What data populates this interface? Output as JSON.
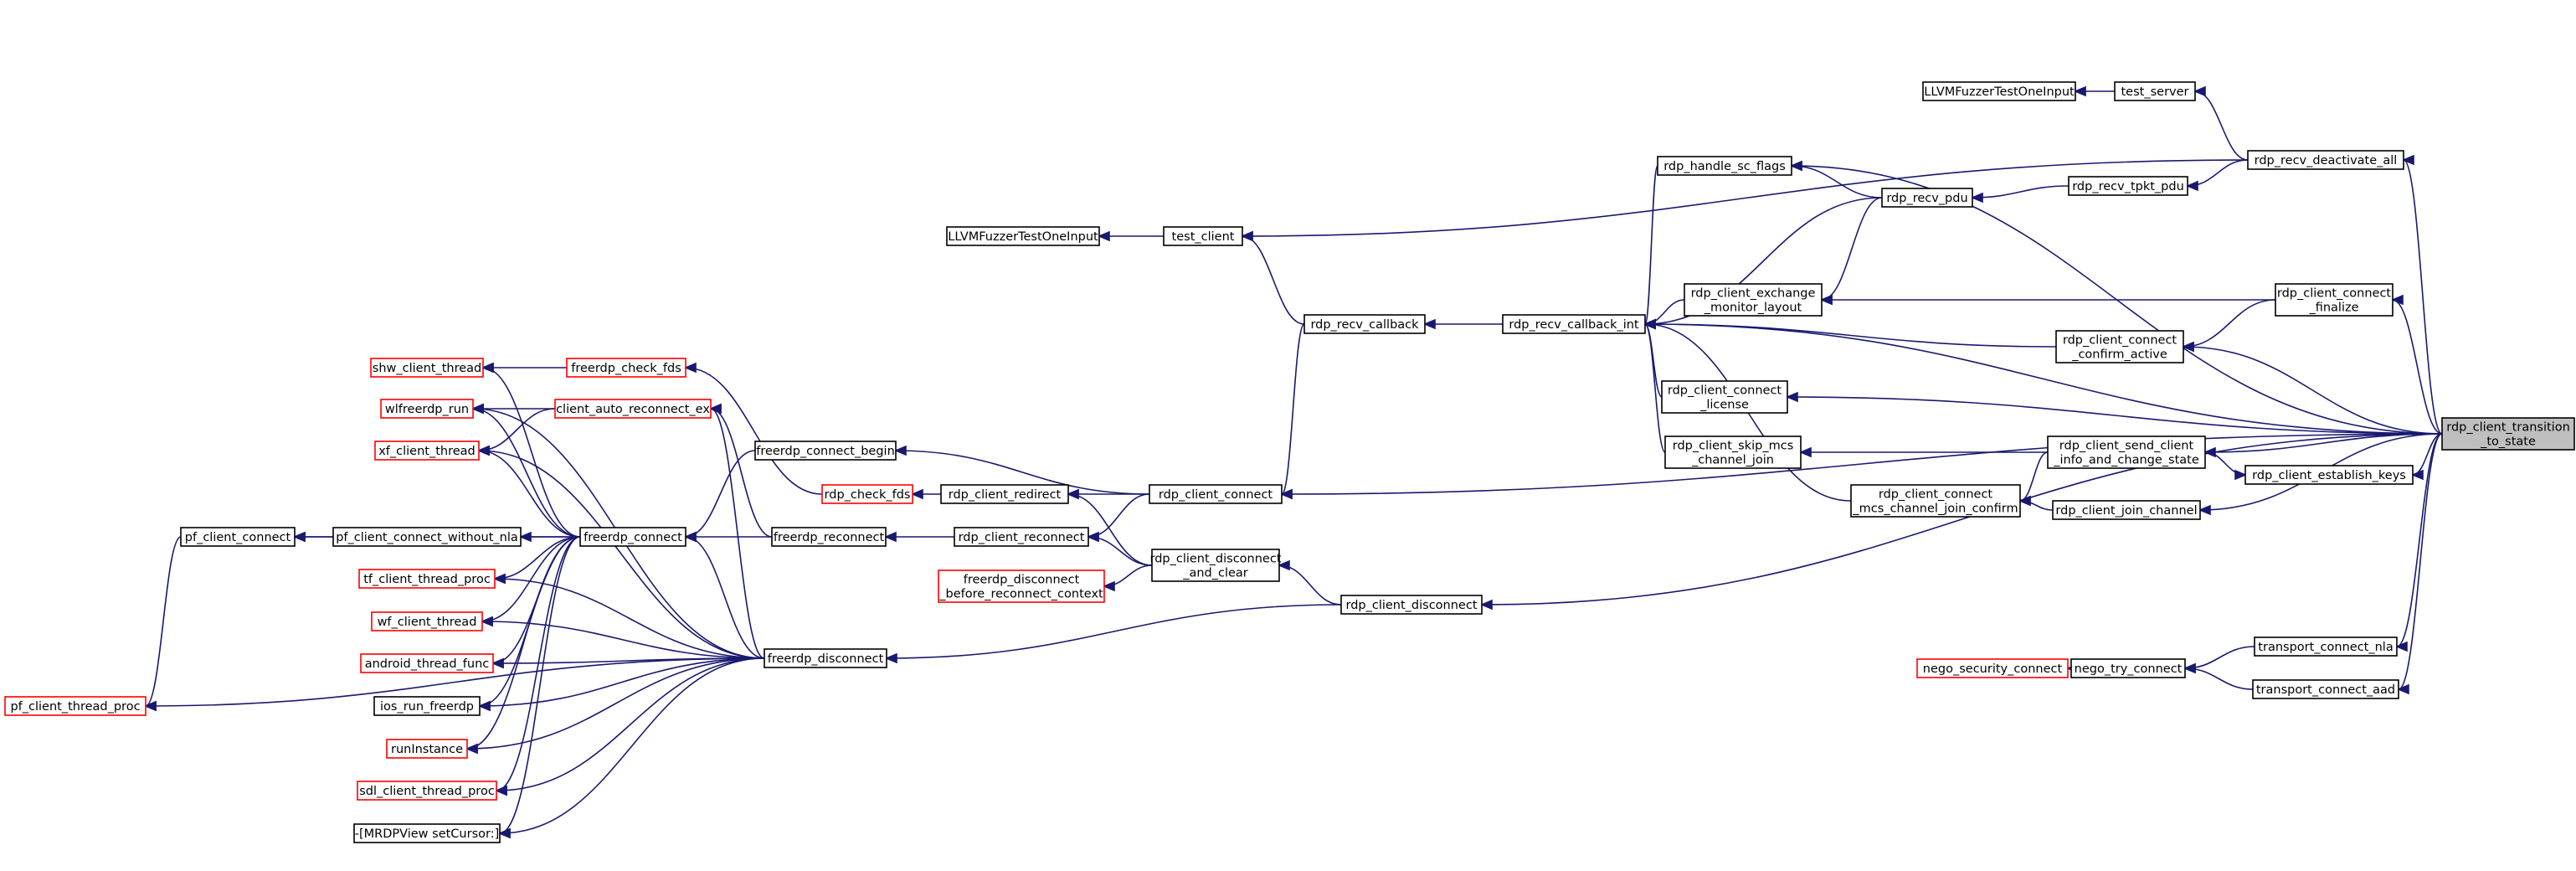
{
  "diagram": {
    "type": "doxygen-caller-graph",
    "colors": {
      "edge": "#191970",
      "node_border": "#000000",
      "node_border_truncated": "#ff0000",
      "root_fill": "#bfbfbf"
    },
    "nodes": [
      {
        "id": "root",
        "lines": [
          "rdp_client_transition",
          "_to_state"
        ],
        "style": "root"
      },
      {
        "id": "test_server",
        "lines": [
          "test_server"
        ],
        "style": "normal"
      },
      {
        "id": "llvm_srv",
        "lines": [
          "LLVMFuzzerTestOneInput"
        ],
        "style": "normal"
      },
      {
        "id": "deact",
        "lines": [
          "rdp_recv_deactivate_all"
        ],
        "style": "normal"
      },
      {
        "id": "sc_flags",
        "lines": [
          "rdp_handle_sc_flags"
        ],
        "style": "normal"
      },
      {
        "id": "tpkt",
        "lines": [
          "rdp_recv_tpkt_pdu"
        ],
        "style": "normal"
      },
      {
        "id": "recv_pdu",
        "lines": [
          "rdp_recv_pdu"
        ],
        "style": "normal"
      },
      {
        "id": "llvm_cli",
        "lines": [
          "LLVMFuzzerTestOneInput"
        ],
        "style": "normal"
      },
      {
        "id": "test_client",
        "lines": [
          "test_client"
        ],
        "style": "normal"
      },
      {
        "id": "exch",
        "lines": [
          "rdp_client_exchange",
          "_monitor_layout"
        ],
        "style": "normal"
      },
      {
        "id": "finalize",
        "lines": [
          "rdp_client_connect",
          "_finalize"
        ],
        "style": "normal"
      },
      {
        "id": "recv_cb",
        "lines": [
          "rdp_recv_callback"
        ],
        "style": "normal"
      },
      {
        "id": "recv_cb_int",
        "lines": [
          "rdp_recv_callback_int"
        ],
        "style": "normal"
      },
      {
        "id": "confirm_active",
        "lines": [
          "rdp_client_connect",
          "_confirm_active"
        ],
        "style": "normal"
      },
      {
        "id": "license",
        "lines": [
          "rdp_client_connect",
          "_license"
        ],
        "style": "normal"
      },
      {
        "id": "skip_mcs",
        "lines": [
          "rdp_client_skip_mcs",
          "_channel_join"
        ],
        "style": "normal"
      },
      {
        "id": "send_info",
        "lines": [
          "rdp_client_send_client",
          "_info_and_change_state"
        ],
        "style": "normal"
      },
      {
        "id": "est_keys",
        "lines": [
          "rdp_client_establish_keys"
        ],
        "style": "normal"
      },
      {
        "id": "mcs_confirm",
        "lines": [
          "rdp_client_connect",
          "_mcs_channel_join_confirm"
        ],
        "style": "normal"
      },
      {
        "id": "join_channel",
        "lines": [
          "rdp_client_join_channel"
        ],
        "style": "normal"
      },
      {
        "id": "shw",
        "lines": [
          "shw_client_thread"
        ],
        "style": "truncated"
      },
      {
        "id": "check_fds_fp",
        "lines": [
          "freerdp_check_fds"
        ],
        "style": "truncated"
      },
      {
        "id": "wlf",
        "lines": [
          "wlfreerdp_run"
        ],
        "style": "truncated"
      },
      {
        "id": "auto_reconn",
        "lines": [
          "client_auto_reconnect_ex"
        ],
        "style": "truncated"
      },
      {
        "id": "xf",
        "lines": [
          "xf_client_thread"
        ],
        "style": "truncated"
      },
      {
        "id": "conn_begin",
        "lines": [
          "freerdp_connect_begin"
        ],
        "style": "normal"
      },
      {
        "id": "check_fds_rdp",
        "lines": [
          "rdp_check_fds"
        ],
        "style": "truncated"
      },
      {
        "id": "redirect",
        "lines": [
          "rdp_client_redirect"
        ],
        "style": "normal"
      },
      {
        "id": "client_connect",
        "lines": [
          "rdp_client_connect"
        ],
        "style": "normal"
      },
      {
        "id": "pf_connect",
        "lines": [
          "pf_client_connect"
        ],
        "style": "normal"
      },
      {
        "id": "pf_nla",
        "lines": [
          "pf_client_connect_without_nla"
        ],
        "style": "normal"
      },
      {
        "id": "fr_connect",
        "lines": [
          "freerdp_connect"
        ],
        "style": "normal"
      },
      {
        "id": "fr_reconnect",
        "lines": [
          "freerdp_reconnect"
        ],
        "style": "normal"
      },
      {
        "id": "cl_reconnect",
        "lines": [
          "rdp_client_reconnect"
        ],
        "style": "normal"
      },
      {
        "id": "tf",
        "lines": [
          "tf_client_thread_proc"
        ],
        "style": "truncated"
      },
      {
        "id": "disc_before",
        "lines": [
          "freerdp_disconnect",
          "_before_reconnect_context"
        ],
        "style": "truncated"
      },
      {
        "id": "disc_clear",
        "lines": [
          "rdp_client_disconnect",
          "_and_clear"
        ],
        "style": "normal"
      },
      {
        "id": "wf",
        "lines": [
          "wf_client_thread"
        ],
        "style": "truncated"
      },
      {
        "id": "cl_disconnect",
        "lines": [
          "rdp_client_disconnect"
        ],
        "style": "normal"
      },
      {
        "id": "android",
        "lines": [
          "android_thread_func"
        ],
        "style": "truncated"
      },
      {
        "id": "fr_disconnect",
        "lines": [
          "freerdp_disconnect"
        ],
        "style": "normal"
      },
      {
        "id": "ios",
        "lines": [
          "ios_run_freerdp"
        ],
        "style": "normal"
      },
      {
        "id": "nego_sec",
        "lines": [
          "nego_security_connect"
        ],
        "style": "truncated"
      },
      {
        "id": "nego_try",
        "lines": [
          "nego_try_connect"
        ],
        "style": "normal"
      },
      {
        "id": "nla",
        "lines": [
          "transport_connect_nla"
        ],
        "style": "normal"
      },
      {
        "id": "aad",
        "lines": [
          "transport_connect_aad"
        ],
        "style": "normal"
      },
      {
        "id": "pf_proc",
        "lines": [
          "pf_client_thread_proc"
        ],
        "style": "truncated"
      },
      {
        "id": "runinst",
        "lines": [
          "runInstance"
        ],
        "style": "truncated"
      },
      {
        "id": "sdl",
        "lines": [
          "sdl_client_thread_proc"
        ],
        "style": "truncated"
      },
      {
        "id": "mrdp",
        "lines": [
          "-[MRDPView setCursor:]"
        ],
        "style": "normal"
      }
    ],
    "edges": [
      [
        "llvm_srv",
        "test_server"
      ],
      [
        "test_server",
        "deact"
      ],
      [
        "deact",
        "root"
      ],
      [
        "sc_flags",
        "root"
      ],
      [
        "recv_cb_int",
        "sc_flags"
      ],
      [
        "sc_flags",
        "recv_pdu"
      ],
      [
        "recv_pdu",
        "tpkt"
      ],
      [
        "tpkt",
        "deact"
      ],
      [
        "recv_cb_int",
        "recv_pdu"
      ],
      [
        "test_client",
        "deact"
      ],
      [
        "llvm_cli",
        "test_client"
      ],
      [
        "test_client",
        "recv_cb"
      ],
      [
        "recv_cb_int",
        "root"
      ],
      [
        "exch",
        "recv_pdu"
      ],
      [
        "recv_cb_int",
        "exch"
      ],
      [
        "exch",
        "finalize"
      ],
      [
        "finalize",
        "root"
      ],
      [
        "recv_cb",
        "recv_cb_int"
      ],
      [
        "recv_cb_int",
        "confirm_active"
      ],
      [
        "confirm_active",
        "finalize"
      ],
      [
        "confirm_active",
        "root"
      ],
      [
        "recv_cb_int",
        "license"
      ],
      [
        "license",
        "root"
      ],
      [
        "recv_cb_int",
        "skip_mcs"
      ],
      [
        "skip_mcs",
        "send_info"
      ],
      [
        "send_info",
        "root"
      ],
      [
        "est_keys",
        "send_info"
      ],
      [
        "est_keys",
        "root"
      ],
      [
        "recv_cb_int",
        "mcs_confirm"
      ],
      [
        "mcs_confirm",
        "send_info"
      ],
      [
        "mcs_confirm",
        "join_channel"
      ],
      [
        "join_channel",
        "root"
      ],
      [
        "client_connect",
        "recv_cb"
      ],
      [
        "client_connect",
        "root"
      ],
      [
        "conn_begin",
        "client_connect"
      ],
      [
        "redirect",
        "client_connect"
      ],
      [
        "cl_reconnect",
        "client_connect"
      ],
      [
        "check_fds_rdp",
        "redirect"
      ],
      [
        "fr_reconnect",
        "cl_reconnect"
      ],
      [
        "redirect",
        "disc_clear"
      ],
      [
        "cl_reconnect",
        "disc_clear"
      ],
      [
        "disc_before",
        "disc_clear"
      ],
      [
        "disc_clear",
        "cl_disconnect"
      ],
      [
        "cl_disconnect",
        "root"
      ],
      [
        "fr_disconnect",
        "cl_disconnect"
      ],
      [
        "shw",
        "check_fds_fp"
      ],
      [
        "check_fds_fp",
        "check_fds_rdp"
      ],
      [
        "wlf",
        "auto_reconn"
      ],
      [
        "xf",
        "auto_reconn"
      ],
      [
        "auto_reconn",
        "fr_reconnect"
      ],
      [
        "fr_connect",
        "conn_begin"
      ],
      [
        "fr_connect",
        "fr_reconnect"
      ],
      [
        "pf_nla",
        "fr_connect"
      ],
      [
        "pf_connect",
        "pf_nla"
      ],
      [
        "pf_connect",
        "fr_connect"
      ],
      [
        "pf_proc",
        "pf_connect"
      ],
      [
        "shw",
        "fr_connect"
      ],
      [
        "wlf",
        "fr_connect"
      ],
      [
        "xf",
        "fr_connect"
      ],
      [
        "tf",
        "fr_connect"
      ],
      [
        "wf",
        "fr_connect"
      ],
      [
        "android",
        "fr_connect"
      ],
      [
        "ios",
        "fr_connect"
      ],
      [
        "runinst",
        "fr_connect"
      ],
      [
        "sdl",
        "fr_connect"
      ],
      [
        "mrdp",
        "fr_connect"
      ],
      [
        "fr_connect",
        "fr_disconnect"
      ],
      [
        "auto_reconn",
        "fr_disconnect"
      ],
      [
        "wlf",
        "fr_disconnect"
      ],
      [
        "xf",
        "fr_disconnect"
      ],
      [
        "tf",
        "fr_disconnect"
      ],
      [
        "wf",
        "fr_disconnect"
      ],
      [
        "android",
        "fr_disconnect"
      ],
      [
        "ios",
        "fr_disconnect"
      ],
      [
        "runinst",
        "fr_disconnect"
      ],
      [
        "sdl",
        "fr_disconnect"
      ],
      [
        "mrdp",
        "fr_disconnect"
      ],
      [
        "pf_proc",
        "fr_disconnect"
      ],
      [
        "nego_sec",
        "nego_try"
      ],
      [
        "nego_try",
        "nla"
      ],
      [
        "nego_try",
        "aad"
      ],
      [
        "nla",
        "root"
      ],
      [
        "aad",
        "root"
      ]
    ]
  }
}
